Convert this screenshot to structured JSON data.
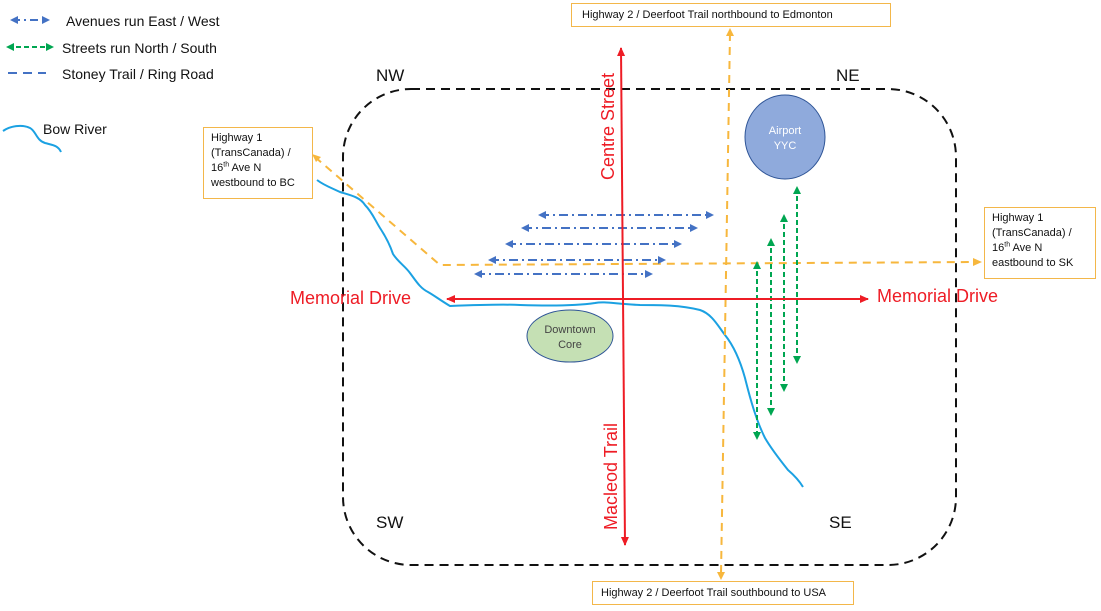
{
  "legend": {
    "items": [
      {
        "id": "avenues",
        "label": "Avenues run East / West",
        "style": "dash-dot-arrow",
        "color": "#4472c4"
      },
      {
        "id": "streets",
        "label": "Streets run North / South",
        "style": "dashed-arrow",
        "color": "#00a651"
      },
      {
        "id": "ring",
        "label": "Stoney Trail / Ring Road",
        "style": "dashed",
        "color": "#4472c4"
      },
      {
        "id": "river",
        "label": "Bow River",
        "style": "wavy-line",
        "color": "#1ba1e2"
      }
    ]
  },
  "quadrants": {
    "nw": "NW",
    "ne": "NE",
    "sw": "SW",
    "se": "SE"
  },
  "roads": {
    "centre_street": "Centre Street",
    "macleod_trail": "Macleod Trail",
    "memorial_west": "Memorial Drive",
    "memorial_east": "Memorial Drive"
  },
  "landmarks": {
    "airport_line1": "Airport",
    "airport_line2": "YYC",
    "downtown_line1": "Downtown",
    "downtown_line2": "Core"
  },
  "callouts": {
    "north": "Highway 2 / Deerfoot Trail northbound to Edmonton",
    "south": "Highway 2 / Deerfoot Trail southbound to USA",
    "west": {
      "line1": "Highway 1",
      "line2": "(TransCanada) /",
      "line3_num": "16",
      "line3_sup": "th",
      "line3_rest": " Ave N",
      "line4": "westbound to BC"
    },
    "east": {
      "line1": "Highway 1",
      "line2": "(TransCanada) /",
      "line3_num": "16",
      "line3_sup": "th",
      "line3_rest": " Ave N",
      "line4": "eastbound to SK"
    }
  },
  "colors": {
    "road_red": "#ee1c25",
    "highway_orange": "#f7b73d",
    "avenue_blue": "#4472c4",
    "street_green": "#00a651",
    "river_blue": "#1ba1e2",
    "airport_fill": "#8faadc",
    "downtown_fill": "#c5e0b4"
  }
}
